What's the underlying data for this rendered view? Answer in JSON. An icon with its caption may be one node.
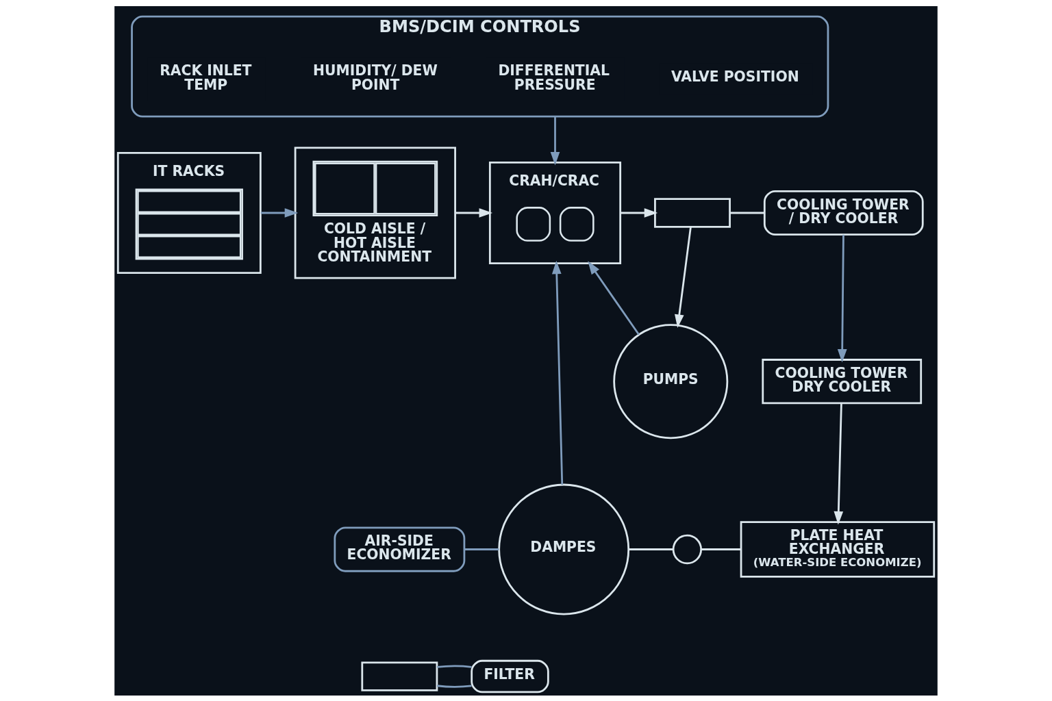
{
  "diagram": {
    "nodes": [
      {
        "text": [
          "BMS/DCIM CONTROLS"
        ]
      },
      {
        "text": [
          "RACK INLET TEMP"
        ],
        "in": 0
      },
      {
        "text": [
          "HUMIDITY/ DEW POINT"
        ],
        "in": 0
      },
      {
        "text": [
          "DIFFERENTIAL PRESSURE"
        ],
        "in": 0
      },
      {
        "text": [
          "VALVE POSITION"
        ],
        "in": 0
      },
      {
        "text": [
          "IT RACKS"
        ]
      },
      {
        "text": [
          "COLD AISLE / HOT AISLE CONTAINMENT"
        ]
      },
      {
        "text": [
          "CRAH/CRAC"
        ]
      },
      {
        "text": [],
        "shape": "box"
      },
      {
        "text": [
          "COOLING TOWER / DRY COOLER"
        ]
      },
      {
        "text": [
          "PUMPS"
        ]
      },
      {
        "text": [
          "AIR-SIDE ECONOMIZER"
        ]
      },
      {
        "text": [],
        "shape": "box"
      },
      {
        "text": [
          "FILTER"
        ]
      },
      {
        "text": [
          "DAMPES"
        ]
      },
      {
        "text": [],
        "shape": "circle"
      },
      {
        "text": [
          "PLATE HEAT EXCHANGER",
          "(WATER-SIDE ECONOMIZE)"
        ]
      },
      {
        "text": [
          "COOLING TOWER DRY COOLER"
        ]
      }
    ],
    "edges": [
      {
        "from": 0,
        "to": 7,
        "arrow": "to"
      },
      {
        "from": 5,
        "to": 6,
        "arrow": "to"
      },
      {
        "from": 6,
        "to": 7,
        "arrow": "to",
        "color": "#dbe6ec"
      },
      {
        "from": 7,
        "to": 8,
        "arrow": "to",
        "color": "#dbe6ec"
      },
      {
        "from": 8,
        "to": 9,
        "arrow": "none",
        "color": "#dbe6ec"
      },
      {
        "from": 8,
        "to": 10,
        "arrow": "to",
        "color": "#dbe6ec"
      },
      {
        "from": 10,
        "to": 7,
        "arrow": "to"
      },
      {
        "from": 9,
        "to": 17,
        "arrow": "to"
      },
      {
        "from": 17,
        "to": 16,
        "arrow": "to",
        "color": "#dbe6ec"
      },
      {
        "from": 15,
        "to": 16,
        "arrow": "none",
        "color": "#dbe6ec"
      },
      {
        "from": 14,
        "to": 15,
        "arrow": "none",
        "color": "#dbe6ec"
      },
      {
        "from": 14,
        "to": 7,
        "arrow": "to"
      },
      {
        "from": 11,
        "to": 14,
        "arrow": "none"
      },
      {
        "from": 12,
        "to": 13,
        "arrow": "none"
      },
      {
        "from": 12,
        "to": 13,
        "arrow": "none"
      }
    ]
  }
}
